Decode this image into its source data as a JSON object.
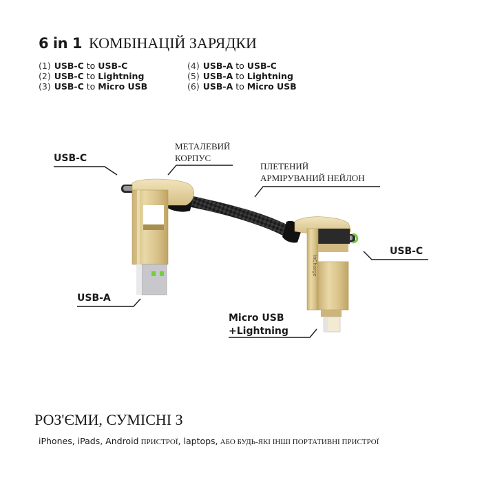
{
  "header": {
    "title_bold": "6 in 1",
    "title_rest": "КОМБІНАЦІЙ ЗАРЯДКИ"
  },
  "combinations": [
    {
      "num": "(1)",
      "from": "USB-C",
      "to_word": "to",
      "to": "USB-C"
    },
    {
      "num": "(2)",
      "from": "USB-C",
      "to_word": "to",
      "to": "Lightning"
    },
    {
      "num": "(3)",
      "from": "USB-C",
      "to_word": "to",
      "to": "Micro USB"
    },
    {
      "num": "(4)",
      "from": "USB-A",
      "to_word": "to",
      "to": "USB-C"
    },
    {
      "num": "(5)",
      "from": "USB-A",
      "to_word": "to",
      "to": "Lightning"
    },
    {
      "num": "(6)",
      "from": "USB-A",
      "to_word": "to",
      "to": "Micro USB"
    }
  ],
  "callouts": {
    "usb_c_left": "USB-C",
    "metal_body_line1": "МЕТАЛЕВИЙ",
    "metal_body_line2": "КОРПУС",
    "nylon_line1": "ПЛЕТЕНИЙ",
    "nylon_line2": "АРМІРУВАНИЙ НЕЙЛОН",
    "usb_c_right": "USB-C",
    "usb_a": "USB-A",
    "micro_line1": "Micro USB",
    "micro_line2": "+Lightning"
  },
  "product": {
    "brand_engraving": "InCharge",
    "colors": {
      "gold": "#d9c48e",
      "gold_dark": "#b89f5e",
      "gold_light": "#efe2b6",
      "cable": "#1e1e1e",
      "led_green": "#6fd23a",
      "metal": "#c8c8cc"
    }
  },
  "footer": {
    "title": "РОЗ'ЄМИ, СУМІСНІ З",
    "compat_1": "iPhones, iPads, Android",
    "compat_2": "ПРИСТРОЇ",
    "compat_3": ", laptops,",
    "compat_4": "АБО БУДЬ-ЯКІ ІНШІ ПОРТАТИВНІ ПРИСТРОЇ"
  }
}
